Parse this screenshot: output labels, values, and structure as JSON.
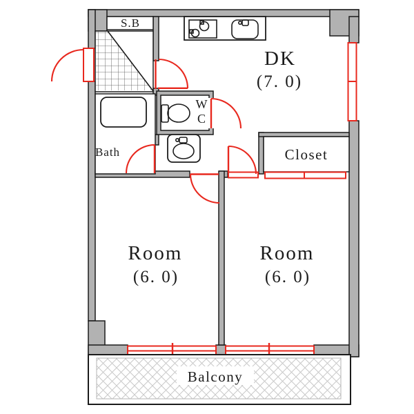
{
  "colors": {
    "wall": "#b2b2b2",
    "line": "#1b1b1b",
    "accent_red": "#e8281e"
  },
  "rooms": {
    "shoe_box": {
      "label": "S.B"
    },
    "dining_kitchen": {
      "label": "DK",
      "size": "(7. 0)"
    },
    "wc": {
      "label_top": "W",
      "label_bottom": "C"
    },
    "bath": {
      "label": "Bath"
    },
    "closet": {
      "label": "Closet"
    },
    "room_left": {
      "label": "Room",
      "size": "(6. 0)"
    },
    "room_right": {
      "label": "Room",
      "size": "(6. 0)"
    },
    "balcony": {
      "label": "Balcony"
    }
  },
  "icons": {
    "doors": [
      "entrance-swing-door",
      "dk-swing-door",
      "wc-swing-door",
      "bath-swing-door",
      "room-left-swing-door",
      "room-right-swing-door"
    ],
    "sliding": [
      "closet-sliding-door",
      "room-left-window",
      "room-right-window",
      "dk-window"
    ],
    "fixtures": [
      "kitchen-stove",
      "kitchen-sink",
      "bathtub",
      "toilet",
      "washbasin"
    ],
    "hatches": [
      "genkan-grid-hatch",
      "balcony-lattice-hatch"
    ]
  }
}
